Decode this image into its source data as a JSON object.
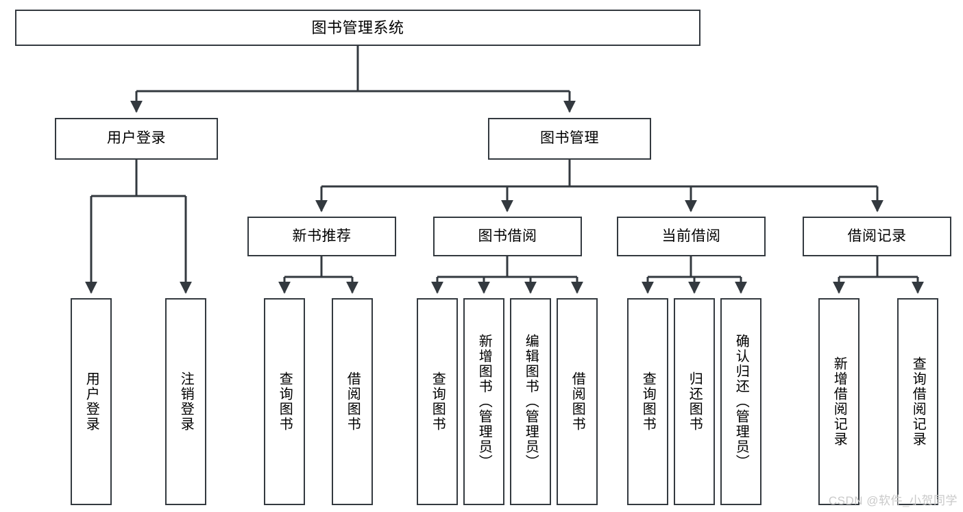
{
  "diagram": {
    "title": "图书管理系统",
    "type": "tree-hierarchy",
    "watermark": "CSDN @软件_小贺同学",
    "colors": {
      "background": "#ffffff",
      "box_border": "#33393f",
      "box_fill": "#ffffff",
      "edge": "#33393f",
      "text": "#000000",
      "watermark": "#c9c9c9"
    },
    "root": {
      "id": "root",
      "label": "图书管理系统"
    },
    "level1": [
      {
        "id": "user-login",
        "label": "用户登录"
      },
      {
        "id": "book-manage",
        "label": "图书管理"
      }
    ],
    "level2": [
      {
        "id": "new-book-recommend",
        "label": "新书推荐",
        "parent": "book-manage"
      },
      {
        "id": "book-borrow",
        "label": "图书借阅",
        "parent": "book-manage"
      },
      {
        "id": "current-borrow",
        "label": "当前借阅",
        "parent": "book-manage"
      },
      {
        "id": "borrow-record",
        "label": "借阅记录",
        "parent": "book-manage"
      }
    ],
    "leaves": [
      {
        "id": "leaf-user-login",
        "label": "用户登录",
        "parent": "user-login"
      },
      {
        "id": "leaf-logout-login",
        "label": "注销登录",
        "parent": "user-login"
      },
      {
        "id": "leaf-query-book-1",
        "label": "查询图书",
        "parent": "new-book-recommend"
      },
      {
        "id": "leaf-borrow-book-1",
        "label": "借阅图书",
        "parent": "new-book-recommend"
      },
      {
        "id": "leaf-query-book-2",
        "label": "查询图书",
        "parent": "book-borrow"
      },
      {
        "id": "leaf-add-book",
        "label": "新增图书（管理员）",
        "parent": "book-borrow"
      },
      {
        "id": "leaf-edit-book",
        "label": "编辑图书（管理员）",
        "parent": "book-borrow"
      },
      {
        "id": "leaf-borrow-book-2",
        "label": "借阅图书",
        "parent": "book-borrow"
      },
      {
        "id": "leaf-query-book-3",
        "label": "查询图书",
        "parent": "current-borrow"
      },
      {
        "id": "leaf-return-book",
        "label": "归还图书",
        "parent": "current-borrow"
      },
      {
        "id": "leaf-confirm-return",
        "label": "确认归还（管理员）",
        "parent": "current-borrow"
      },
      {
        "id": "leaf-add-record",
        "label": "新增借阅记录",
        "parent": "borrow-record"
      },
      {
        "id": "leaf-query-record",
        "label": "查询借阅记录",
        "parent": "borrow-record"
      }
    ]
  }
}
